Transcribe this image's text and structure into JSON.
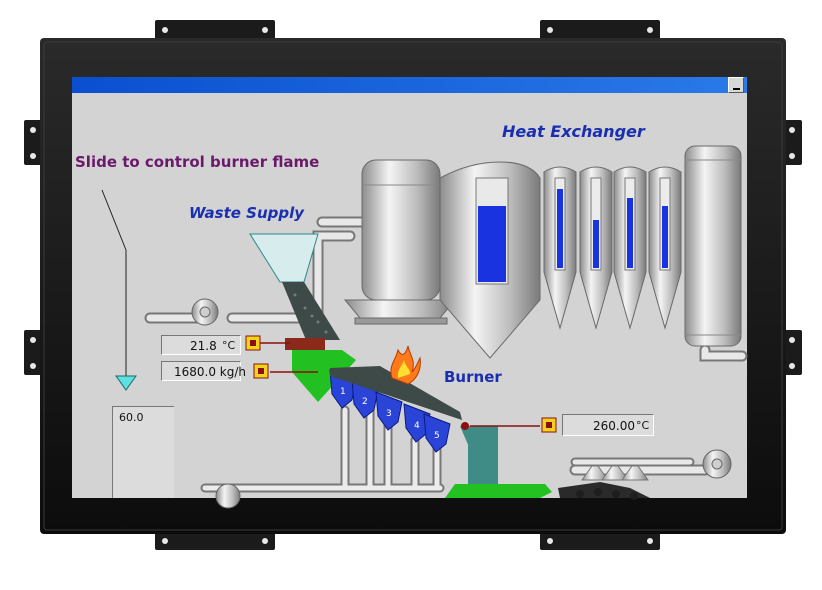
{
  "labels": {
    "heat_exchanger": "Heat Exchanger",
    "slide_hint": "Slide to control burner flame",
    "waste_supply": "Waste Supply",
    "burner": "Burner"
  },
  "readouts": {
    "temperature_1": "21.8",
    "temperature_1_unit": "°C",
    "feed_rate": "1680.0 kg/h",
    "temperature_2": "260.00",
    "temperature_2_unit": "°C"
  },
  "slider": {
    "value": "60.0",
    "level_fraction": 0.6
  },
  "grate_sections": [
    "1",
    "2",
    "3",
    "4",
    "5"
  ],
  "heat_exchanger_tank_levels": [
    0.7,
    0.9,
    0.55,
    0.8,
    0.7
  ],
  "colors": {
    "bezel": "#161616",
    "titlebar": "#1464d8",
    "panel_bg": "#d3d3d3",
    "vessel_blue": "#1a33e0",
    "grate_blue": "#2a44d8",
    "hopper_green": "#22c020",
    "duct_teal": "#3f8c86",
    "flame_orange": "#ff7a1a",
    "sensor_yellow": "#f2d21a",
    "sensor_red": "#8a1010"
  }
}
